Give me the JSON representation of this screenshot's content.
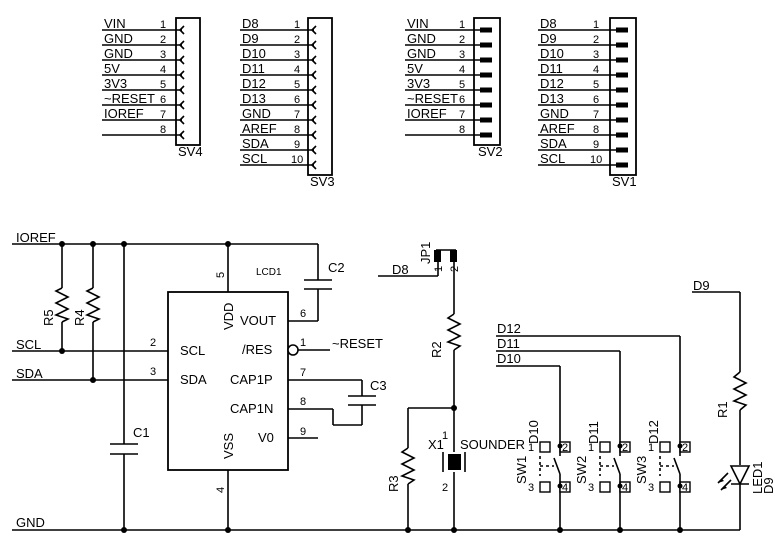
{
  "headers": {
    "SV4": {
      "name": "SV4",
      "labels": [
        "VIN",
        "GND",
        "GND",
        "5V",
        "3V3",
        "~RESET",
        "IOREF",
        ""
      ],
      "pins": [
        "1",
        "2",
        "3",
        "4",
        "5",
        "6",
        "7",
        "8"
      ]
    },
    "SV3": {
      "name": "SV3",
      "labels": [
        "D8",
        "D9",
        "D10",
        "D11",
        "D12",
        "D13",
        "GND",
        "AREF",
        "SDA",
        "SCL"
      ],
      "pins": [
        "1",
        "2",
        "3",
        "4",
        "5",
        "6",
        "7",
        "8",
        "9",
        "10"
      ]
    },
    "SV2": {
      "name": "SV2",
      "labels": [
        "VIN",
        "GND",
        "GND",
        "5V",
        "3V3",
        "~RESET",
        "IOREF",
        ""
      ],
      "pins": [
        "1",
        "2",
        "3",
        "4",
        "5",
        "6",
        "7",
        "8"
      ]
    },
    "SV1": {
      "name": "SV1",
      "labels": [
        "D8",
        "D9",
        "D10",
        "D11",
        "D12",
        "D13",
        "GND",
        "AREF",
        "SDA",
        "SCL"
      ],
      "pins": [
        "1",
        "2",
        "3",
        "4",
        "5",
        "6",
        "7",
        "8",
        "9",
        "10"
      ]
    }
  },
  "nets": {
    "ioref": "IOREF",
    "scl": "SCL",
    "sda": "SDA",
    "gnd": "GND",
    "reset": "~RESET",
    "d8": "D8",
    "d9": "D9",
    "d10": "D10",
    "d11": "D11",
    "d12": "D12"
  },
  "lcd": {
    "name": "LCD1",
    "pins": {
      "scl": {
        "name": "SCL",
        "num": "2"
      },
      "sda": {
        "name": "SDA",
        "num": "3"
      },
      "vdd": {
        "name": "VDD",
        "num": "5"
      },
      "vss": {
        "name": "VSS",
        "num": "4"
      },
      "vout": {
        "name": "VOUT",
        "num": "6"
      },
      "res": {
        "name": "/RES",
        "num": "1"
      },
      "cap1p": {
        "name": "CAP1P",
        "num": "7"
      },
      "cap1n": {
        "name": "CAP1N",
        "num": "8"
      },
      "v0": {
        "name": "V0",
        "num": "9"
      }
    }
  },
  "components": {
    "r5": "R5",
    "r4": "R4",
    "c1": "C1",
    "c2": "C2",
    "c3": "C3",
    "jp1": "JP1",
    "jp1_pin1": "1",
    "jp1_pin2": "2",
    "r2": "R2",
    "r3": "R3",
    "x1": "X1",
    "sounder": "SOUNDER",
    "x1_pin1": "1",
    "x1_pin2": "2",
    "r1": "R1",
    "led1": "LED1",
    "led1_net": "D9",
    "sw1": "SW1",
    "sw2": "SW2",
    "sw3": "SW3",
    "sw1_net": "D10",
    "sw2_net": "D11",
    "sw3_net": "D12",
    "sw_pins": [
      "1",
      "2",
      "3",
      "4"
    ]
  }
}
